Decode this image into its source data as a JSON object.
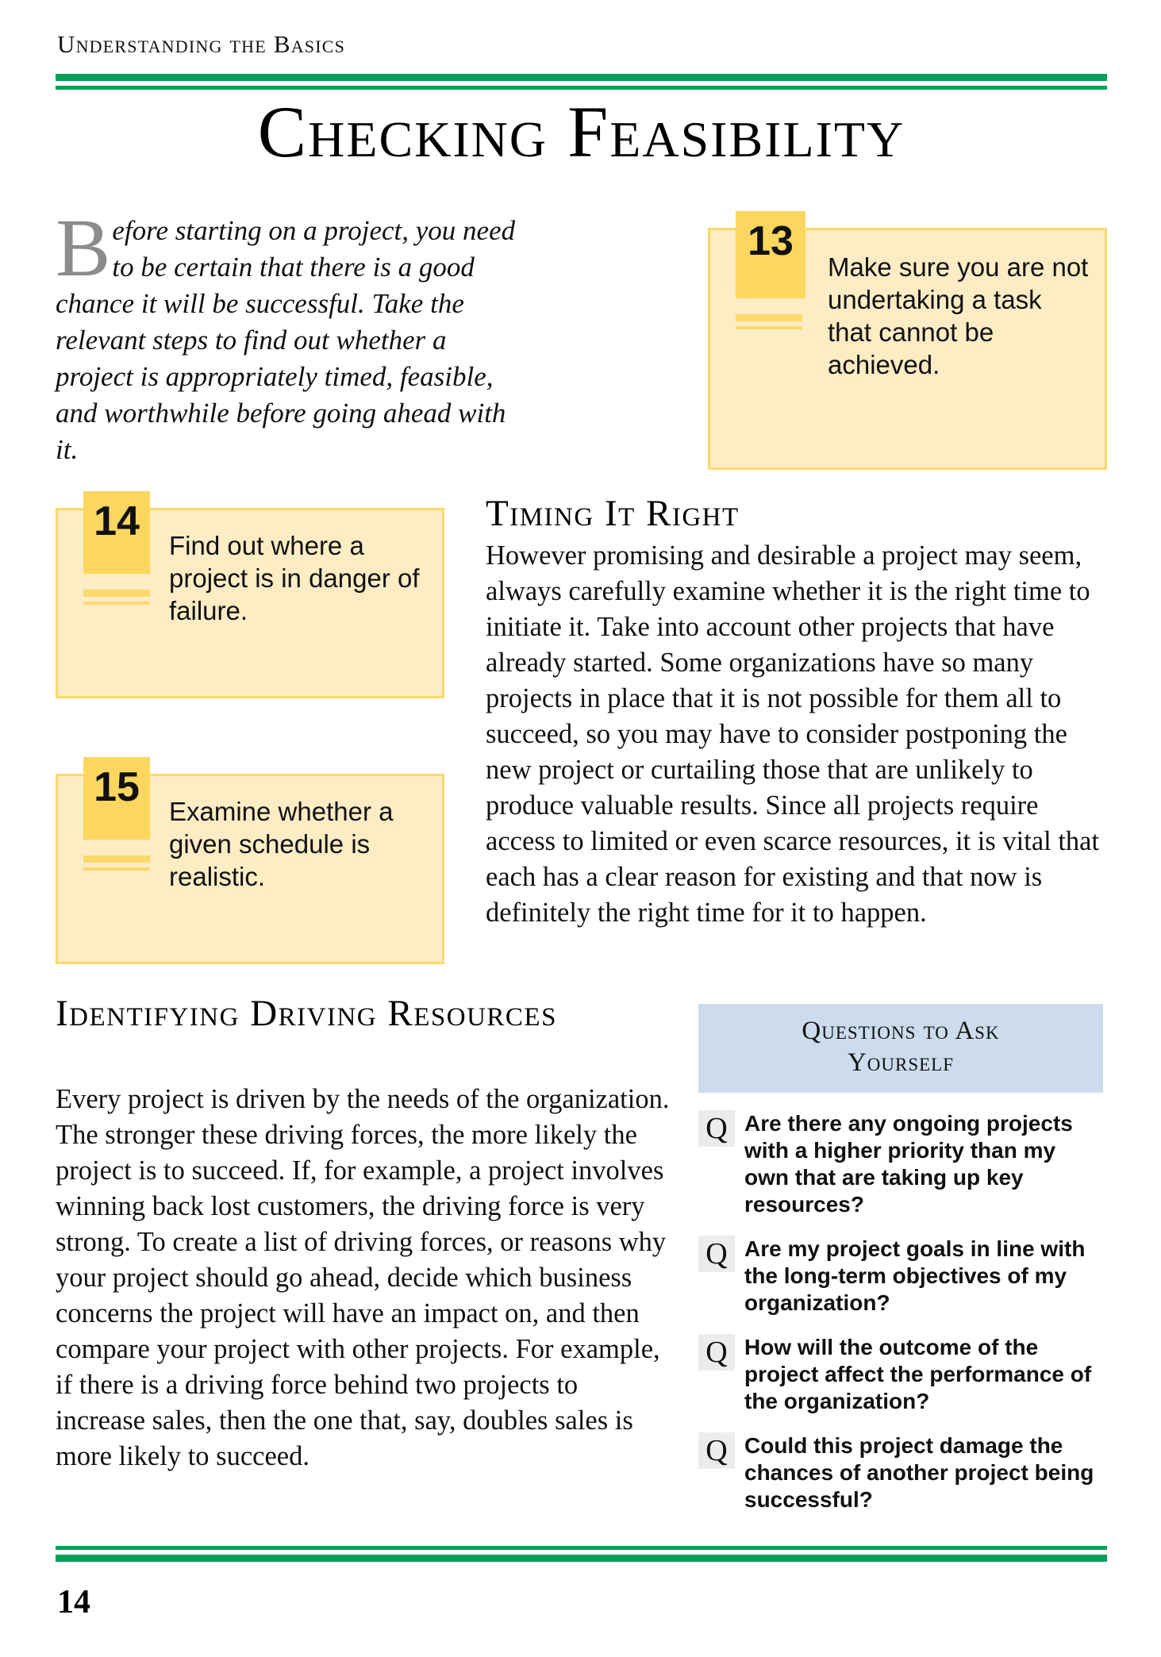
{
  "header": {
    "running_head": "Understanding the Basics"
  },
  "title": "Checking Feasibility",
  "intro": {
    "dropcap": "B",
    "text": "efore starting on a project, you need to be certain that there is a good chance it will be successful. Take the relevant steps to find out whether a project is appropriately timed, feasible, and worthwhile before going ahead with it."
  },
  "tips": [
    {
      "number": "13",
      "text": "Make sure you are not undertaking a task that cannot be achieved."
    },
    {
      "number": "14",
      "text": "Find out where a project is in danger of failure."
    },
    {
      "number": "15",
      "text": "Examine whether a given schedule is realistic."
    }
  ],
  "sections": [
    {
      "heading": "Timing It Right",
      "body": "However promising and desirable a project may seem, always carefully examine whether it is the right time to initiate it. Take into account other projects that have already started. Some organizations have so many projects in place that it is not possible for them all to succeed, so you may have to consider postponing the new project or curtailing those that are unlikely to produce valuable results. Since all projects require access to limited or even scarce resources, it is vital that each has a clear reason for existing and that now is definitely the right time for it to happen."
    },
    {
      "heading": "Identifying Driving Resources",
      "body": "Every project is driven by the needs of the organization. The stronger these driving forces, the more likely the project is to succeed. If, for example, a project involves winning back lost customers, the driving force is very strong. To create a list of driving forces, or reasons why your project should go ahead, decide which business concerns the project will have an impact on, and then compare your project with other projects. For example, if there is a driving force behind two projects to increase sales, then the one that, say, doubles sales is more likely to succeed."
    }
  ],
  "questions_box": {
    "heading_line1": "Questions to Ask",
    "heading_line2": "Yourself",
    "marker": "Q",
    "items": [
      "Are there any ongoing projects with a higher priority than my own that are taking up key resources?",
      "Are my project goals in line with the long-term objectives of my organization?",
      "How will the outcome of the project affect the performance of the organization?",
      "Could this project damage the chances of another project being successful?"
    ]
  },
  "footer": {
    "page_number": "14"
  },
  "colors": {
    "rule_green": "#00a05a",
    "tip_fill": "#fdecc4",
    "tip_border": "#fbd96a",
    "tip_tab": "#fdd65f",
    "question_header": "#ccdced",
    "question_marker_bg": "#ececec",
    "dropcap_gray": "#8c8c8c"
  }
}
